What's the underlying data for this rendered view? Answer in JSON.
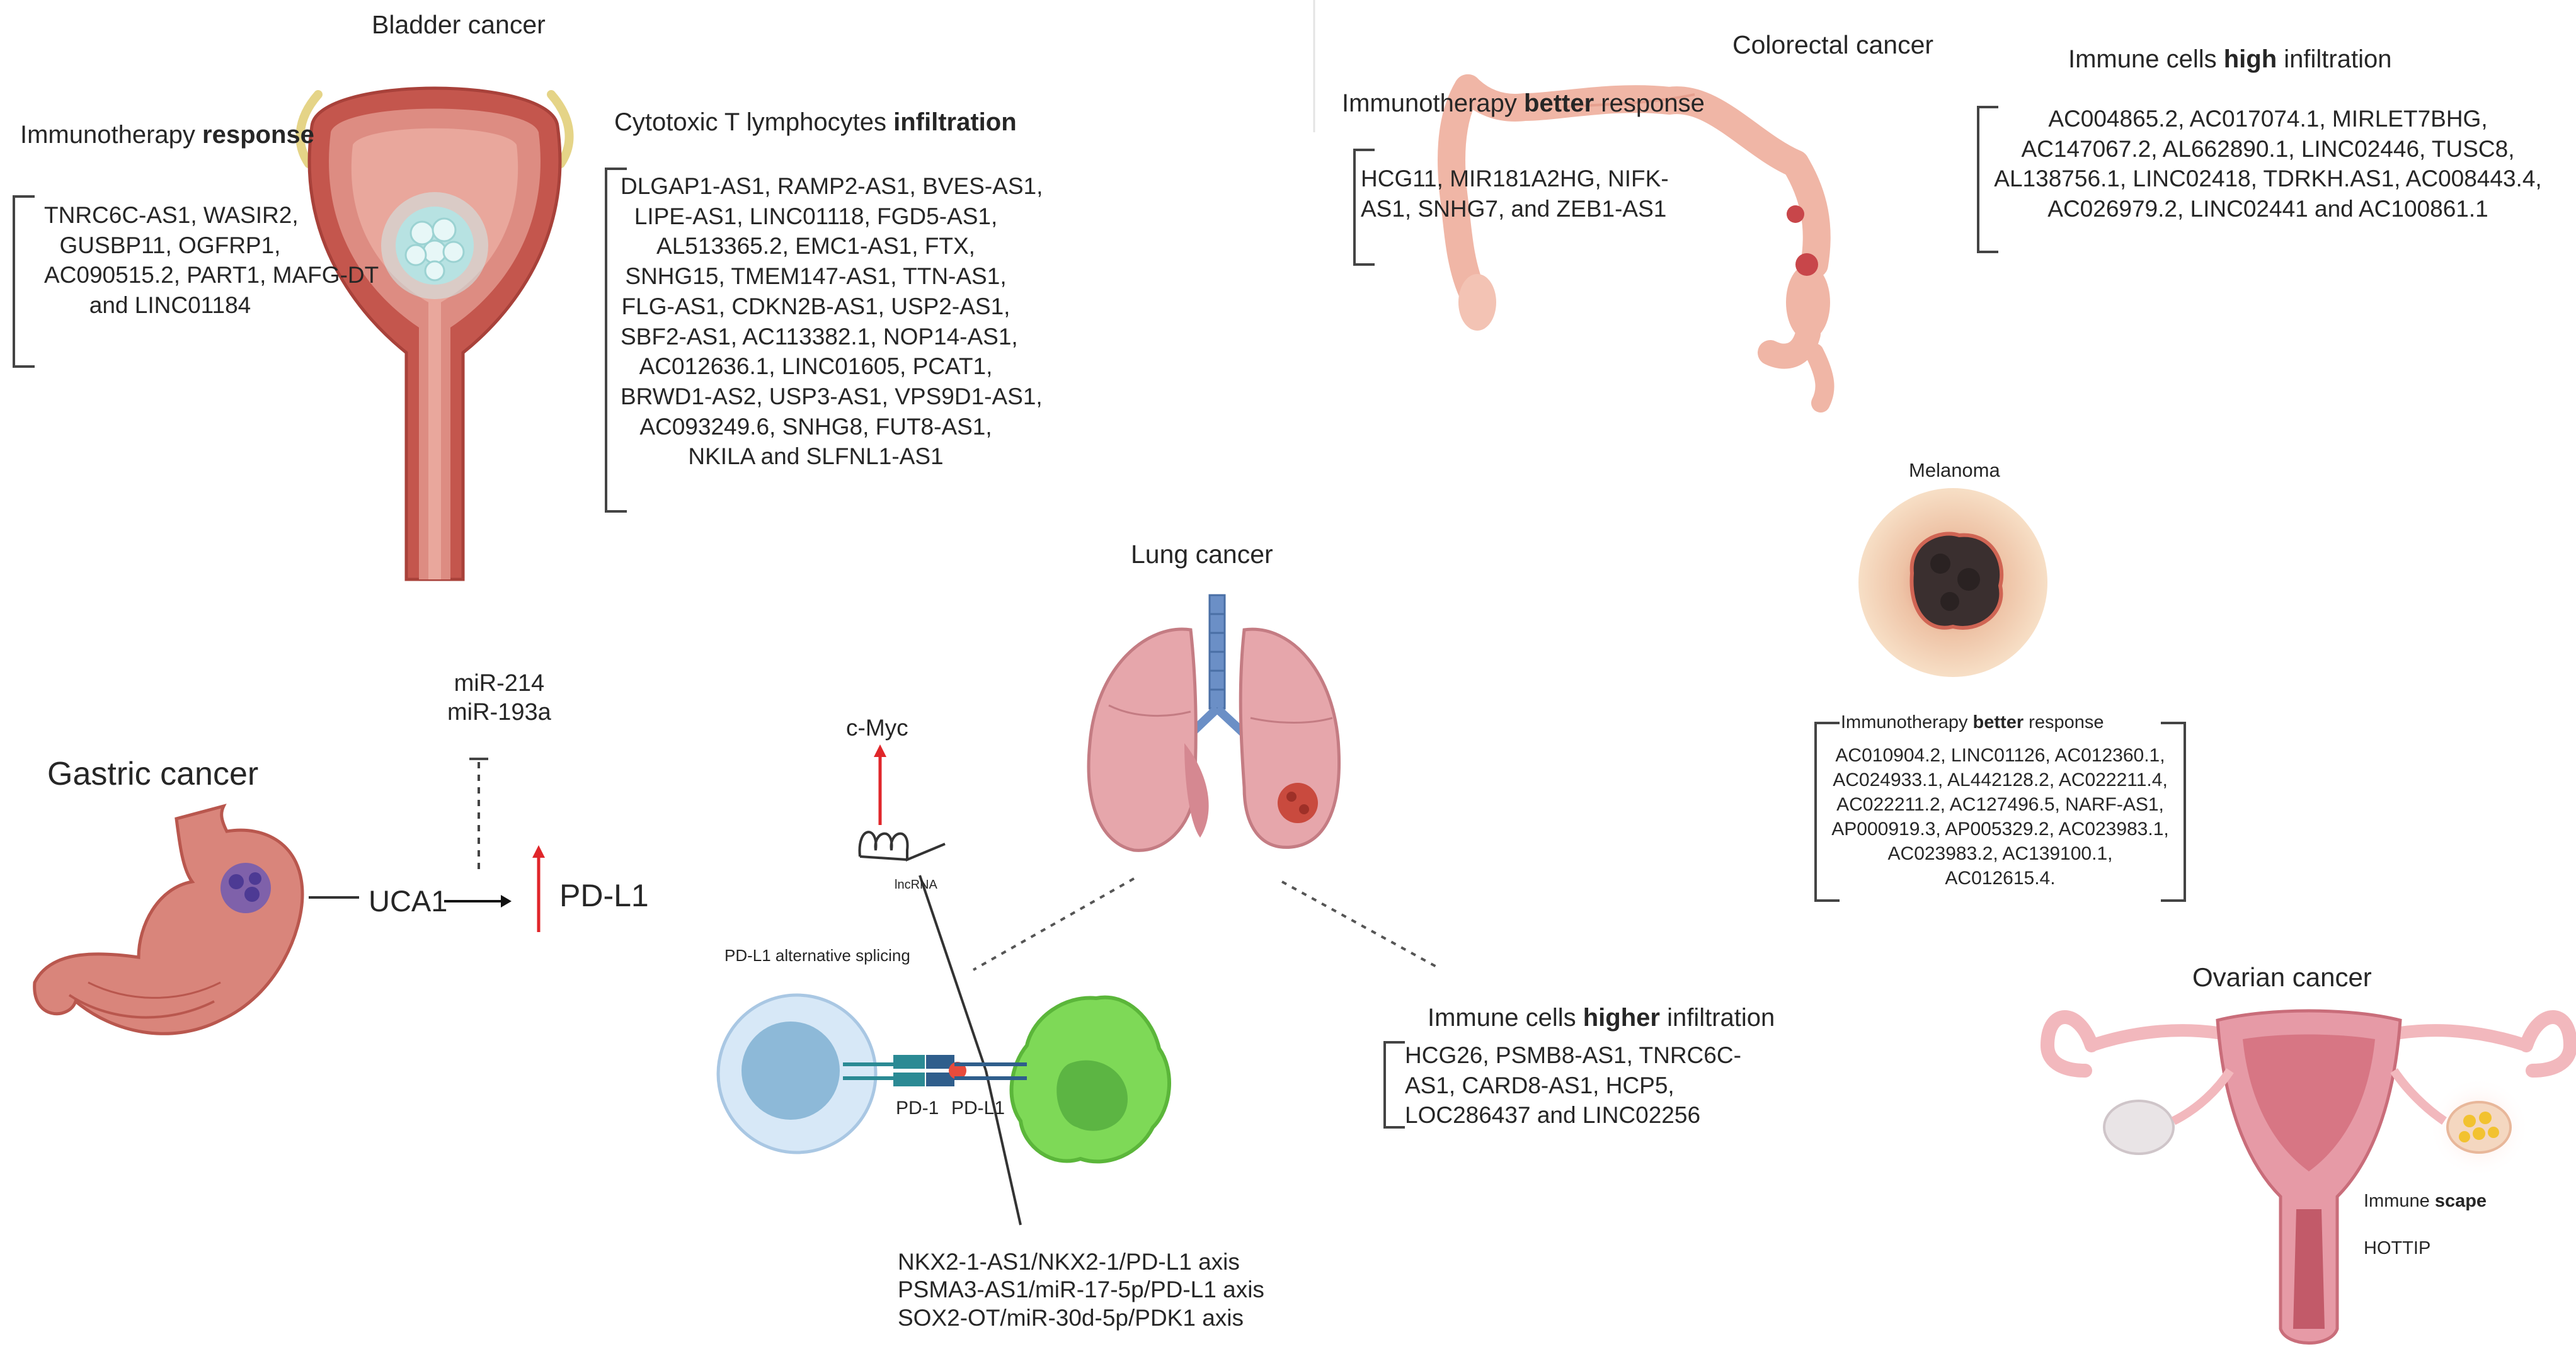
{
  "bladder": {
    "title": "Bladder cancer",
    "immuno_prefix": "Immunotherapy ",
    "immuno_bold": "response",
    "immuno_list": [
      "TNRC6C-AS1, WASIR2,",
      "GUSBP11, OGFRP1,",
      "AC090515.2, PART1, MAFG-DT",
      "and LINC01184"
    ],
    "ctl_prefix": "Cytotoxic T lymphocytes ",
    "ctl_bold": "infiltration",
    "ctl_list": [
      "DLGAP1-AS1, RAMP2-AS1, BVES-AS1,",
      "LIPE-AS1, LINC01118, FGD5-AS1,",
      "AL513365.2, EMC1-AS1, FTX,",
      "SNHG15, TMEM147-AS1, TTN-AS1,",
      "FLG-AS1, CDKN2B-AS1, USP2-AS1,",
      "SBF2-AS1, AC113382.1, NOP14-AS1,",
      "AC012636.1, LINC01605, PCAT1,",
      "BRWD1-AS2, USP3-AS1, VPS9D1-AS1,",
      "AC093249.6, SNHG8, FUT8-AS1,",
      "NKILA and SLFNL1-AS1"
    ]
  },
  "colorectal": {
    "title": "Colorectal cancer",
    "immuno_prefix": "Immunotherapy ",
    "immuno_bold": "better",
    "immuno_suffix": " response",
    "immuno_list": [
      "HCG11, MIR181A2HG, NIFK-",
      "AS1, SNHG7, and ZEB1-AS1"
    ],
    "immune_prefix": "Immune cells ",
    "immune_bold": "high",
    "immune_suffix": " infiltration",
    "immune_list": [
      "AC004865.2, AC017074.1, MIRLET7BHG,",
      "AC147067.2, AL662890.1, LINC02446, TUSC8,",
      "AL138756.1, LINC02418, TDRKH.AS1, AC008443.4,",
      "AC026979.2, LINC02441 and AC100861.1"
    ]
  },
  "melanoma": {
    "title": "Melanoma",
    "immuno_prefix": "Immunotherapy ",
    "immuno_bold": "better",
    "immuno_suffix": " response",
    "immuno_list": [
      "AC010904.2, LINC01126, AC012360.1,",
      "AC024933.1, AL442128.2, AC022211.4,",
      "AC022211.2, AC127496.5, NARF-AS1,",
      "AP000919.3, AP005329.2, AC023983.1,",
      "AC023983.2, AC139100.1,",
      "AC012615.4."
    ]
  },
  "gastric": {
    "title": "Gastric cancer",
    "mirnas": [
      "miR-214",
      "miR-193a"
    ],
    "lncrna": "UCA1",
    "target": "PD-L1"
  },
  "lung": {
    "title": "Lung cancer",
    "cmyc": "c-Myc",
    "lncrna_label": "lncRNA",
    "splicing_label": "PD-L1 alternative splicing",
    "pd1_label": "PD-1",
    "pdl1_label": "PD-L1",
    "immune_prefix": "Immune cells ",
    "immune_bold": "higher",
    "immune_suffix": " infiltration",
    "immune_list": [
      "HCG26, PSMB8-AS1, TNRC6C-",
      "AS1, CARD8-AS1, HCP5,",
      "LOC286437 and LINC02256"
    ],
    "axes": [
      "NKX2-1-AS1/NKX2-1/PD-L1 axis",
      "PSMA3-AS1/miR-17-5p/PD-L1 axis",
      "SOX2-OT/miR-30d-5p/PDK1 axis"
    ]
  },
  "ovarian": {
    "title": "Ovarian cancer",
    "scape_prefix": "Immune ",
    "scape_bold": "scape",
    "gene": "HOTTIP"
  },
  "colors": {
    "tissue": "#d9847c",
    "tissue_dark": "#c0605a",
    "accent_red": "#e0262a",
    "tumor_cell": "#7ed957",
    "tcell": "#cfe3f5",
    "pd1": "#2b8a94",
    "pdl1": "#2f5e8c",
    "airway": "#4a6fa5"
  }
}
